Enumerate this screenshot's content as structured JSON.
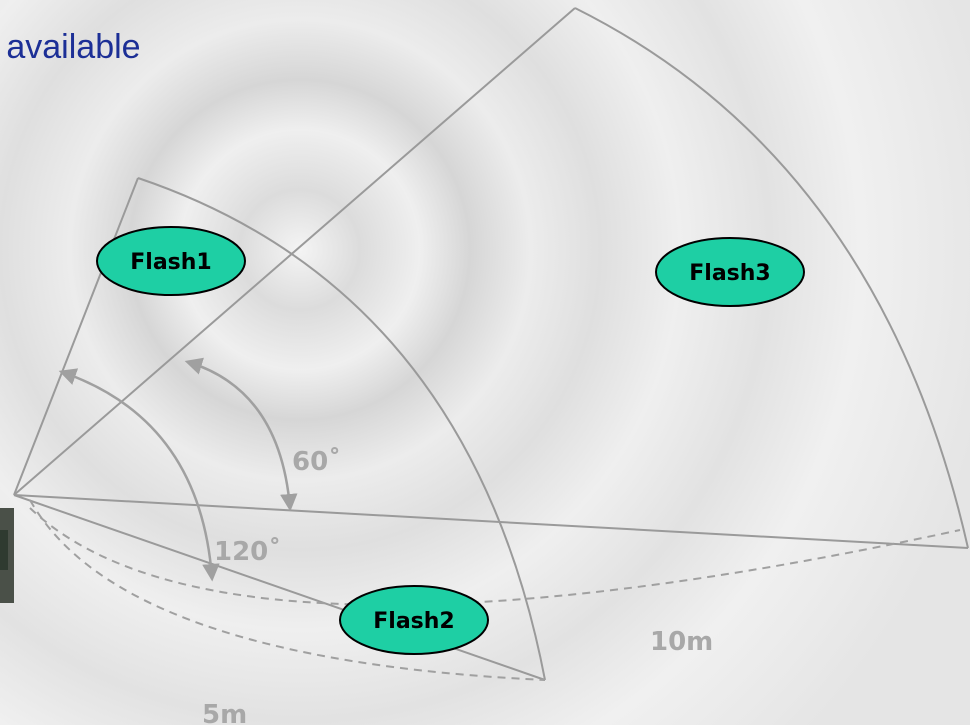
{
  "slide": {
    "title": "e available"
  },
  "diagram": {
    "flashes": [
      {
        "label": "Flash1"
      },
      {
        "label": "Flash2"
      },
      {
        "label": "Flash3"
      }
    ],
    "angles": {
      "small": "60˚",
      "large": "120˚"
    },
    "distances": {
      "near": "5m",
      "far": "10m"
    },
    "colors": {
      "flash_fill": "#1ecfa4",
      "flash_stroke": "#000000",
      "line": "#9a9a9a",
      "dashed": "#a0a0a0",
      "title": "#1c2f96",
      "dim_label": "#a8a8a8"
    }
  }
}
